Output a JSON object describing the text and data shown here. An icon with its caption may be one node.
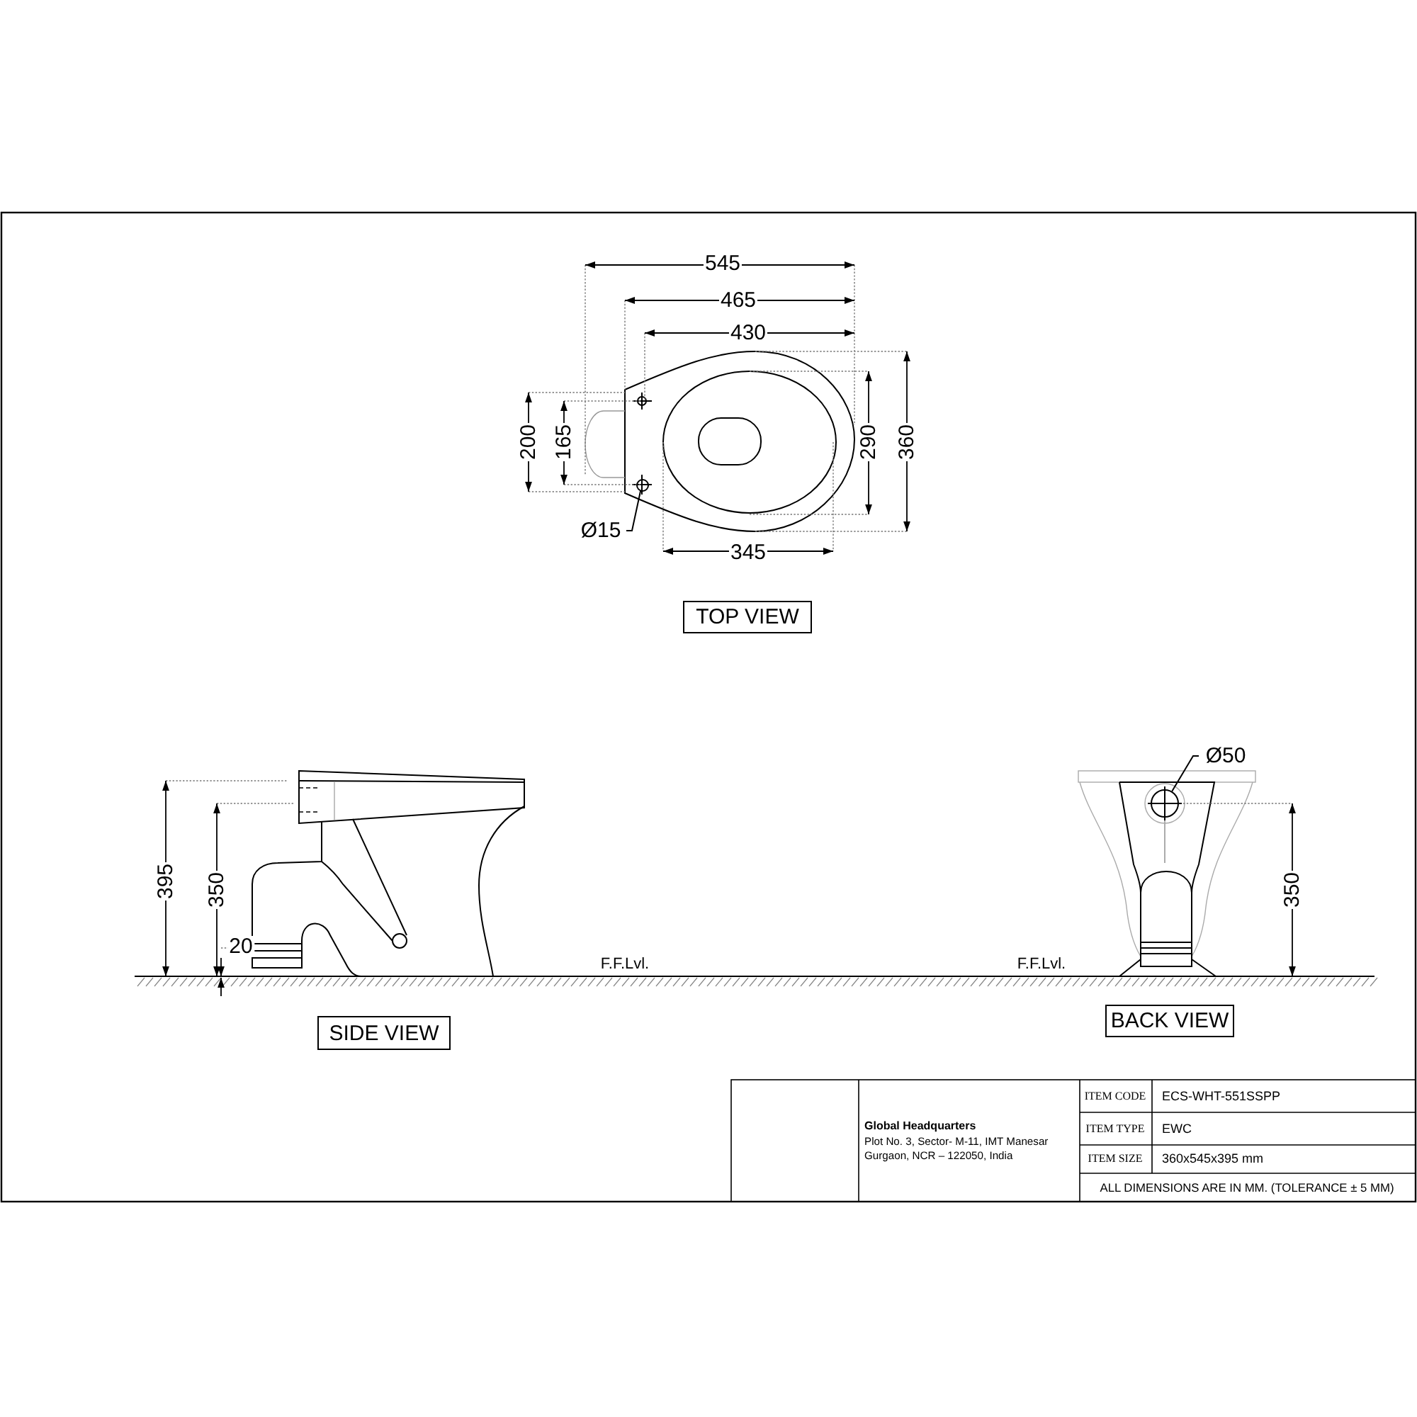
{
  "diagram": {
    "nodes": [
      {
        "text": [
          "Ø15"
        ]
      },
      {
        "text": [],
        "shape": "circle"
      },
      {
        "text": [
          "TOP VIEW"
        ]
      },
      {
        "text": [
          "Ø50"
        ]
      },
      {
        "text": [],
        "shape": "circle"
      },
      {
        "text": [
          "SIDE VIEW"
        ]
      },
      {
        "text": [
          "BACK VIEW"
        ]
      }
    ],
    "edges": [
      {
        "from": 0,
        "to": 1,
        "arrow": "none"
      },
      {
        "from": 3,
        "to": 4,
        "arrow": "none"
      }
    ],
    "labels": [
      "545",
      "465",
      "430",
      "200",
      "165",
      "290",
      "360",
      "345",
      "395",
      "350",
      "20",
      "F.F.Lvl.",
      "F.F.Lvl.",
      "350",
      "Global Headquarters",
      "Plot No. 3, Sector- M-11, IMT Manesar Gurgaon, NCR – 122050, India",
      "ITEM CODE",
      "ECS-WHT-551SSPP",
      "ITEM TYPE",
      "EWC",
      "ITEM SIZE",
      "360x545x395 mm",
      "ALL DIMENSIONS ARE IN MM. (TOLERANCE ± 5 MM)"
    ]
  }
}
